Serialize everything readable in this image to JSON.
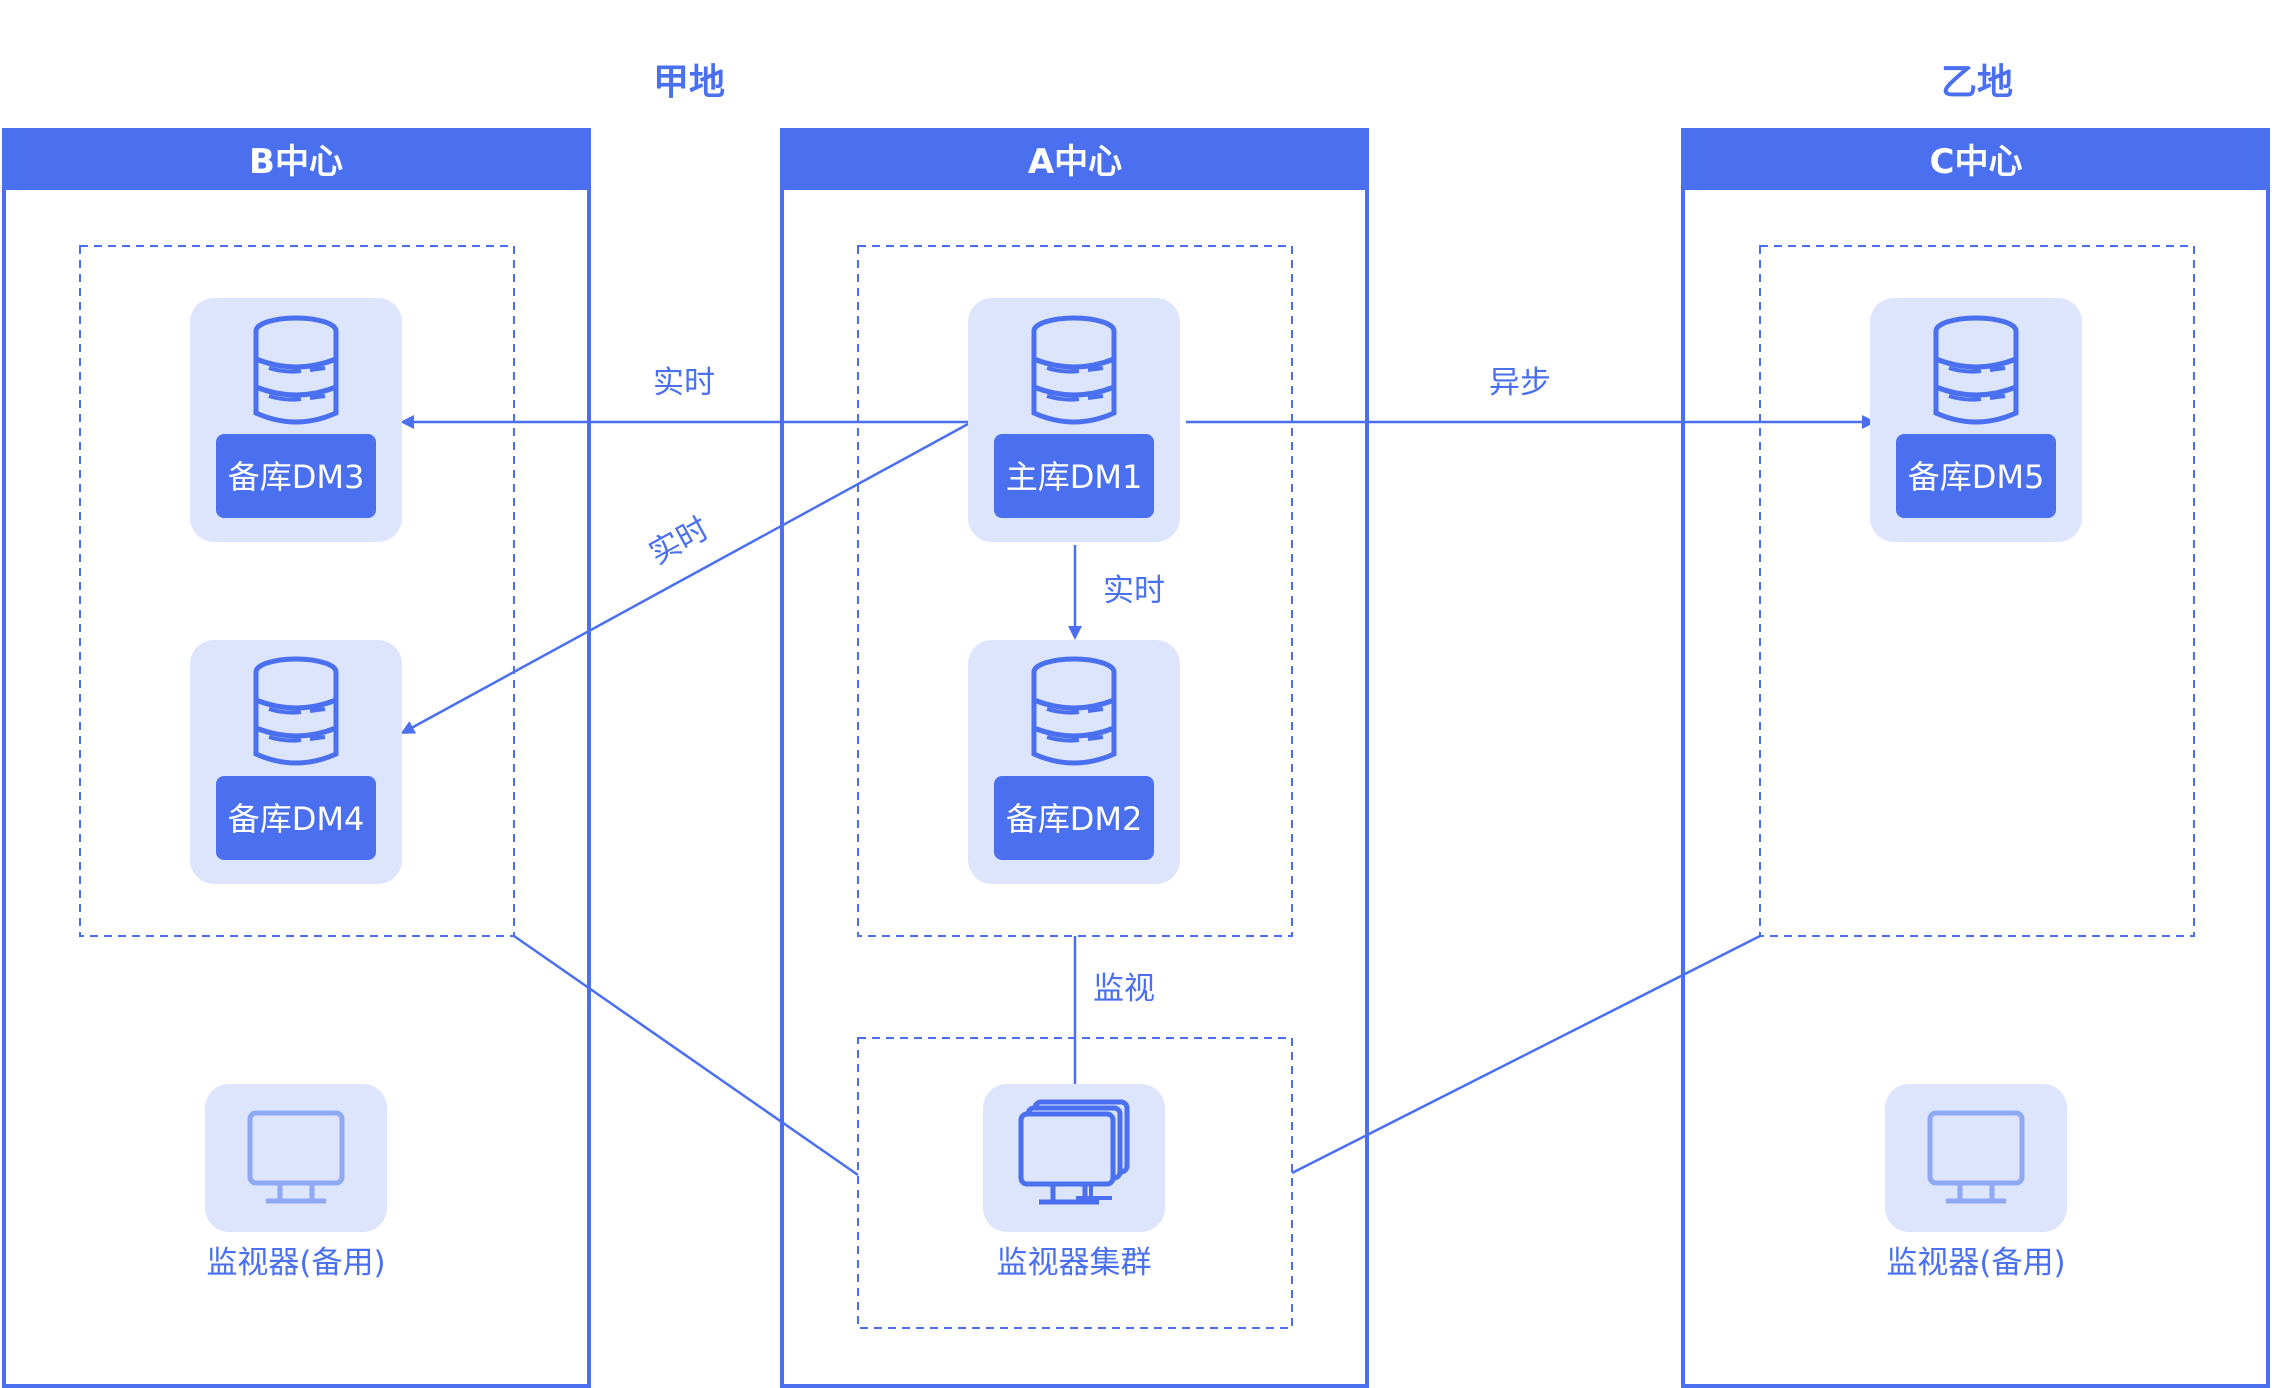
{
  "regions": {
    "left": "甲地",
    "right": "乙地"
  },
  "centers": {
    "b": "B中心",
    "a": "A中心",
    "c": "C中心"
  },
  "databases": {
    "dm1": "主库DM1",
    "dm2": "备库DM2",
    "dm3": "备库DM3",
    "dm4": "备库DM4",
    "dm5": "备库DM5"
  },
  "edges": {
    "dm1_to_dm3": "实时",
    "dm1_to_dm4": "实时",
    "dm1_to_dm2": "实时",
    "dm1_to_dm5": "异步",
    "monitor_link": "监视"
  },
  "monitors": {
    "b": "监视器(备用)",
    "a": "监视器集群",
    "c": "监视器(备用)"
  },
  "colors": {
    "accent": "#4a70f0",
    "node_bg": "#dce5fb",
    "icon_stroke": "#4a70f0",
    "monitor_icon_stroke": "#8fa9f3",
    "white": "#ffffff"
  },
  "icons": {
    "database": "database-icon",
    "monitor": "monitor-icon",
    "monitor_cluster": "monitor-cluster-icon"
  }
}
